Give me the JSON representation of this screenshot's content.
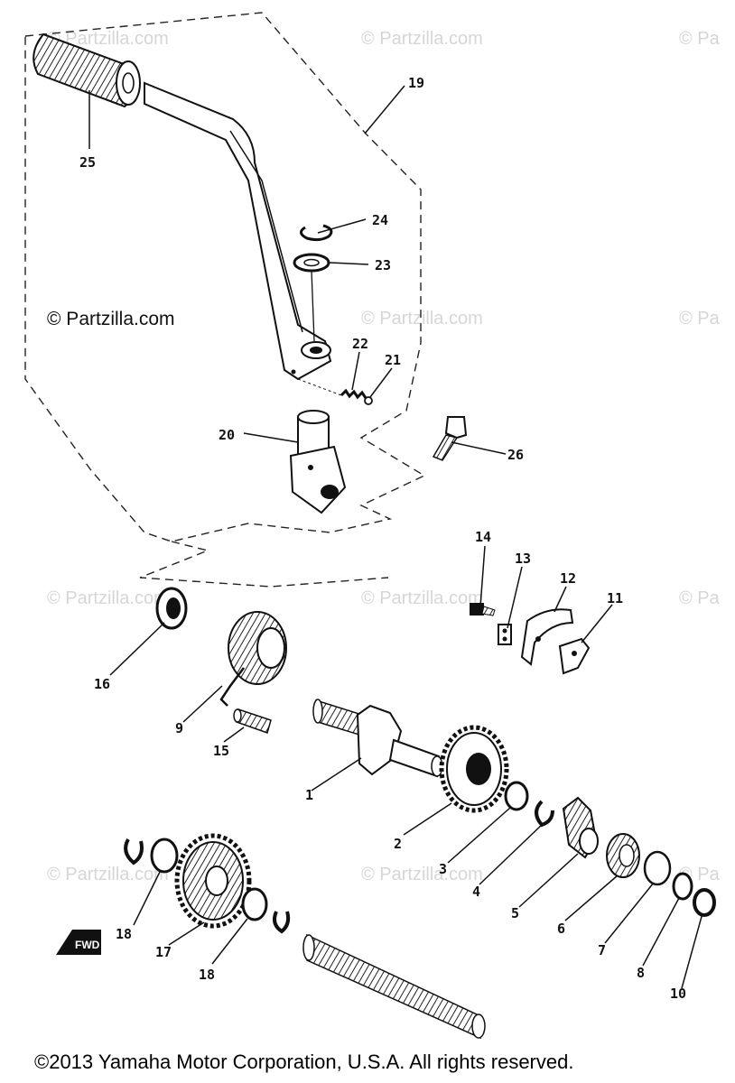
{
  "watermarks": {
    "text": "© Partzilla.com",
    "cut_text": "© Pa",
    "dark_text": "© Partzilla.com"
  },
  "callouts": [
    "1",
    "2",
    "3",
    "4",
    "5",
    "6",
    "7",
    "8",
    "10",
    "9",
    "11",
    "12",
    "13",
    "14",
    "15",
    "16",
    "17",
    "18",
    "18",
    "19",
    "20",
    "21",
    "22",
    "23",
    "24",
    "25",
    "26"
  ],
  "fwd_label": "FWD",
  "copyright": "©2013  Yamaha Motor Corporation, U.S.A. All rights reserved."
}
